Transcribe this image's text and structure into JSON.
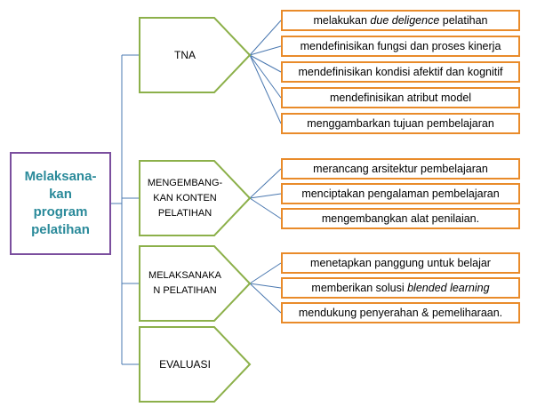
{
  "diagram": {
    "root": {
      "label": "Melaksana-\nkan\nprogram\npelatihan"
    },
    "stages": [
      {
        "label": "TNA",
        "items": [
          {
            "text": "melakukan ",
            "emph": "due deligence",
            "tail": " pelatihan"
          },
          {
            "text": "mendefinisikan fungsi dan proses kinerja"
          },
          {
            "text": "mendefinisikan kondisi afektif dan kognitif"
          },
          {
            "text": "mendefinisikan atribut model"
          },
          {
            "text": "menggambarkan tujuan pembelajaran"
          }
        ]
      },
      {
        "label": "MENGEMBANG-\nKAN KONTEN\nPELATIHAN",
        "items": [
          {
            "text": "merancang arsitektur pembelajaran"
          },
          {
            "text": "menciptakan pengalaman pembelajaran"
          },
          {
            "text": "mengembangkan alat penilaian."
          }
        ]
      },
      {
        "label": "MELAKSANAKA\nN PELATIHAN",
        "items": [
          {
            "text": "menetapkan panggung untuk belajar"
          },
          {
            "text": "memberikan solusi ",
            "emph": "blended learning",
            "tail": ""
          },
          {
            "text": "mendukung penyerahan & pemeliharaan."
          }
        ]
      },
      {
        "label": "EVALUASI",
        "items": []
      }
    ]
  },
  "colors": {
    "root_border": "#7b4f9e",
    "root_text": "#2a8a9a",
    "stage_border": "#8cb04a",
    "item_border": "#e98b2a",
    "connector": "#4a78b0"
  }
}
